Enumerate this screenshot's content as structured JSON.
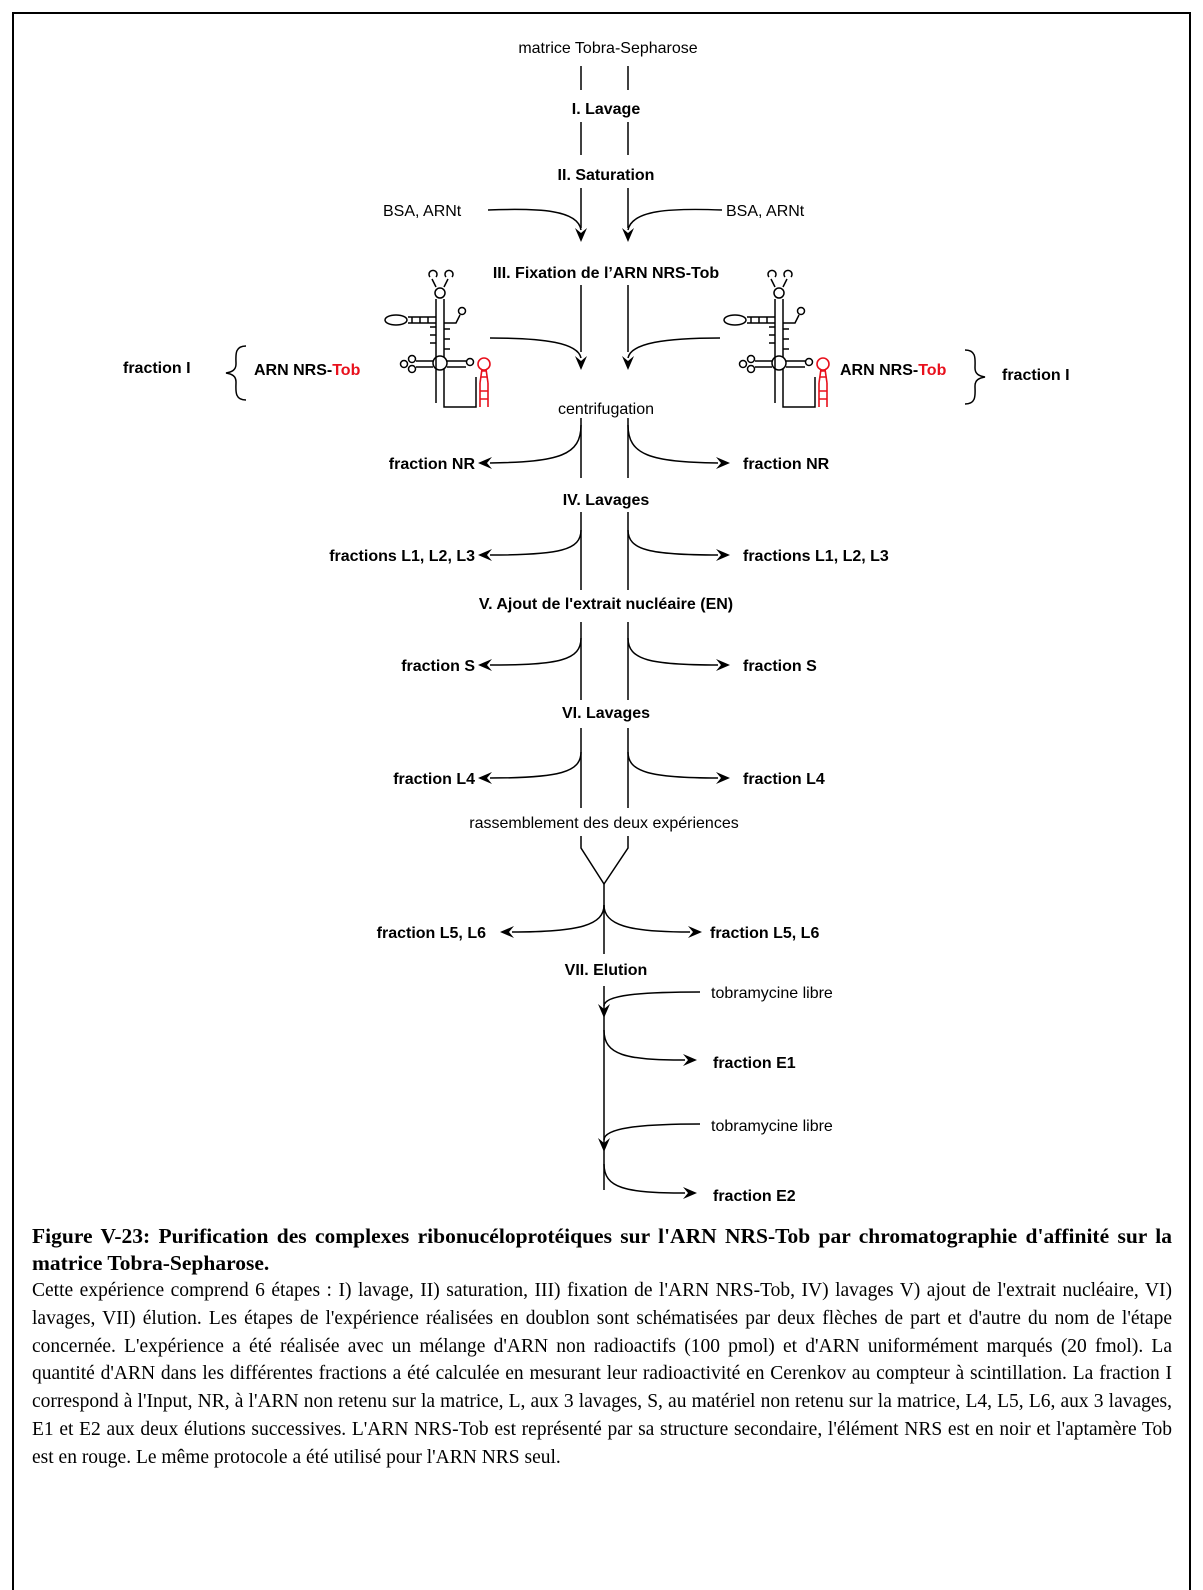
{
  "diagram": {
    "top_label": "matrice Tobra-Sepharose",
    "steps": {
      "s1": "I. Lavage",
      "s2": "II. Saturation",
      "s3": "III. Fixation de l’ARN NRS-Tob",
      "s4": "IV. Lavages",
      "s5": "V. Ajout de l'extrait nucléaire (EN)",
      "s6": "VI. Lavages",
      "s7": "VII. Elution"
    },
    "bsa_label": "BSA, ARNt",
    "centrifugation": "centrifugation",
    "merge_label": "rassemblement des deux expériences",
    "rna_label_prefix": "ARN NRS-",
    "rna_label_tob": "Tob",
    "fraction_i": "fraction I",
    "fraction_nr": "fraction NR",
    "fractions_l123": "fractions L1, L2, L3",
    "fraction_s": "fraction S",
    "fraction_l4": "fraction L4",
    "fraction_l56": "fraction L5, L6",
    "tobramycine": "tobramycine libre",
    "fraction_e1": "fraction E1",
    "fraction_e2": "fraction E2",
    "colors": {
      "nrs": "#000000",
      "tob": "#e8101c"
    }
  },
  "caption": {
    "title": "Figure V-23: Purification des complexes ribonucéloprotéiques sur l'ARN NRS-Tob par chromatographie d'affinité sur la matrice Tobra-Sepharose.",
    "body": "Cette expérience comprend 6 étapes : I) lavage, II) saturation, III) fixation de l'ARN NRS-Tob, IV) lavages V) ajout de l'extrait nucléaire, VI) lavages, VII) élution. Les étapes de l'expérience réalisées en doublon sont schématisées par deux flèches de part et d'autre du nom de l'étape concernée. L'expérience a été réalisée avec un mélange d'ARN non radioactifs (100 pmol) et d'ARN uniformément marqués (20 fmol). La quantité d'ARN dans les différentes fractions a été calculée en mesurant leur radioactivité en Cerenkov au compteur à scintillation. La fraction I correspond à l'Input, NR, à l'ARN non retenu sur la matrice, L, aux 3 lavages, S, au matériel non retenu sur la matrice, L4, L5, L6, aux 3 lavages, E1 et E2 aux deux élutions successives. L'ARN NRS-Tob est représenté par sa structure secondaire, l'élément NRS est en noir et l'aptamère Tob est en rouge. Le même protocole a été utilisé pour l'ARN NRS seul."
  }
}
